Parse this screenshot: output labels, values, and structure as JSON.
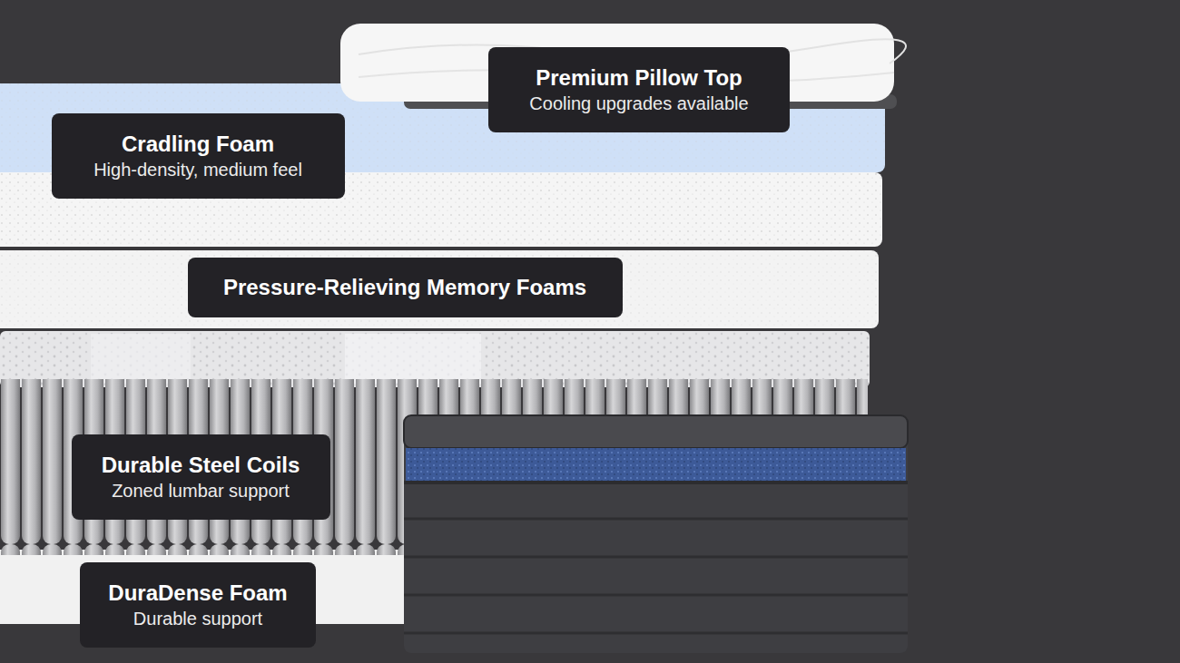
{
  "diagram": {
    "nodes": [
      {
        "text": [
          "Premium Pillow Top",
          "Cooling upgrades available"
        ]
      },
      {
        "text": [
          "Cradling Foam",
          "High-density, medium feel"
        ]
      },
      {
        "text": [
          "Pressure-Relieving Memory Foams"
        ]
      },
      {
        "text": [
          "Durable Steel Coils",
          "Zoned lumbar support"
        ]
      },
      {
        "text": [
          "DuraDense Foam",
          "Durable support"
        ]
      }
    ]
  }
}
